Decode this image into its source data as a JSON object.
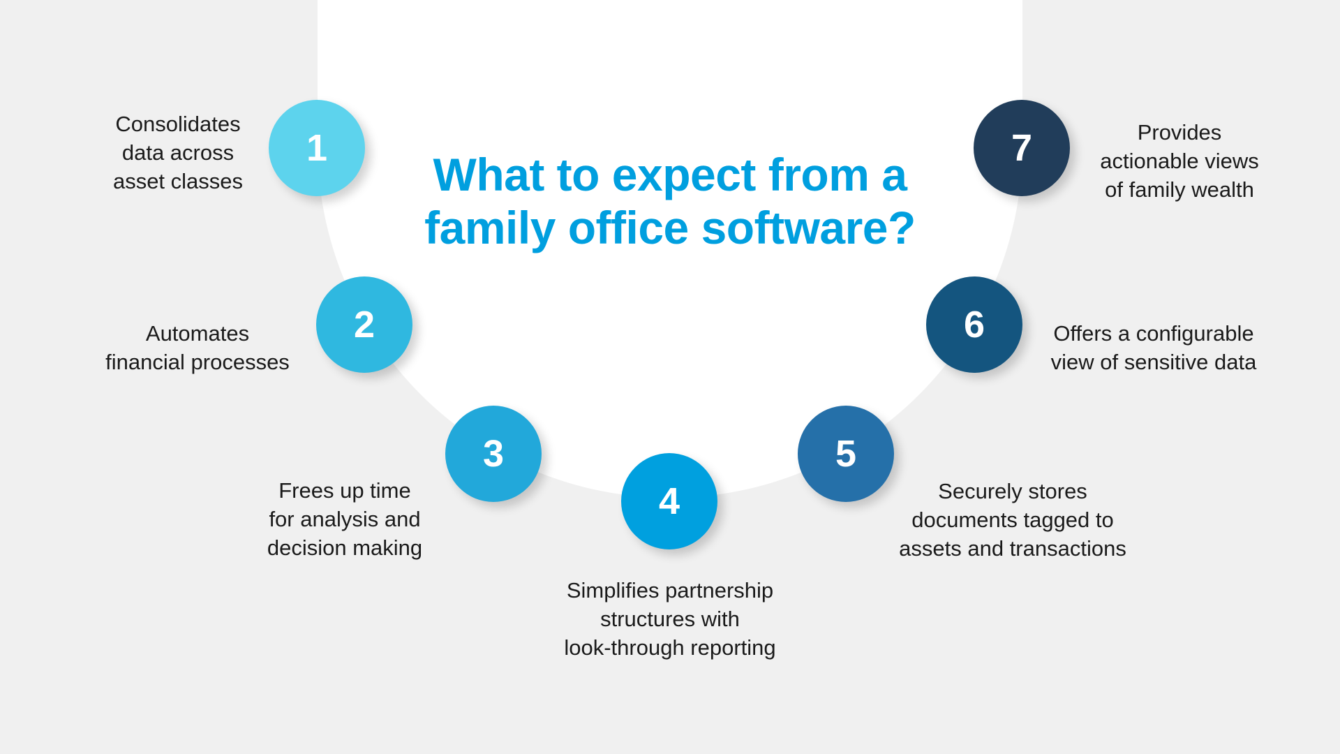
{
  "title": {
    "line1": "What to expect from a",
    "line2": "family office software?"
  },
  "colors": {
    "background": "#f0f0f0",
    "title": "#009fdf"
  },
  "items": [
    {
      "number": "1",
      "color": "#5dd3ed",
      "lines": [
        "Consolidates",
        "data across",
        "asset classes"
      ]
    },
    {
      "number": "2",
      "color": "#2fb8e0",
      "lines": [
        "Automates",
        "financial processes"
      ]
    },
    {
      "number": "3",
      "color": "#22a8da",
      "lines": [
        "Frees up time",
        "for analysis and",
        "decision making"
      ]
    },
    {
      "number": "4",
      "color": "#00a0df",
      "lines": [
        "Simplifies partnership",
        "structures with",
        "look-through reporting"
      ]
    },
    {
      "number": "5",
      "color": "#2570a9",
      "lines": [
        "Securely stores",
        "documents tagged to",
        "assets and transactions"
      ]
    },
    {
      "number": "6",
      "color": "#14557f",
      "lines": [
        "Offers a configurable",
        "view of sensitive data"
      ]
    },
    {
      "number": "7",
      "color": "#213d5a",
      "lines": [
        "Provides",
        "actionable views",
        "of family wealth"
      ]
    }
  ]
}
